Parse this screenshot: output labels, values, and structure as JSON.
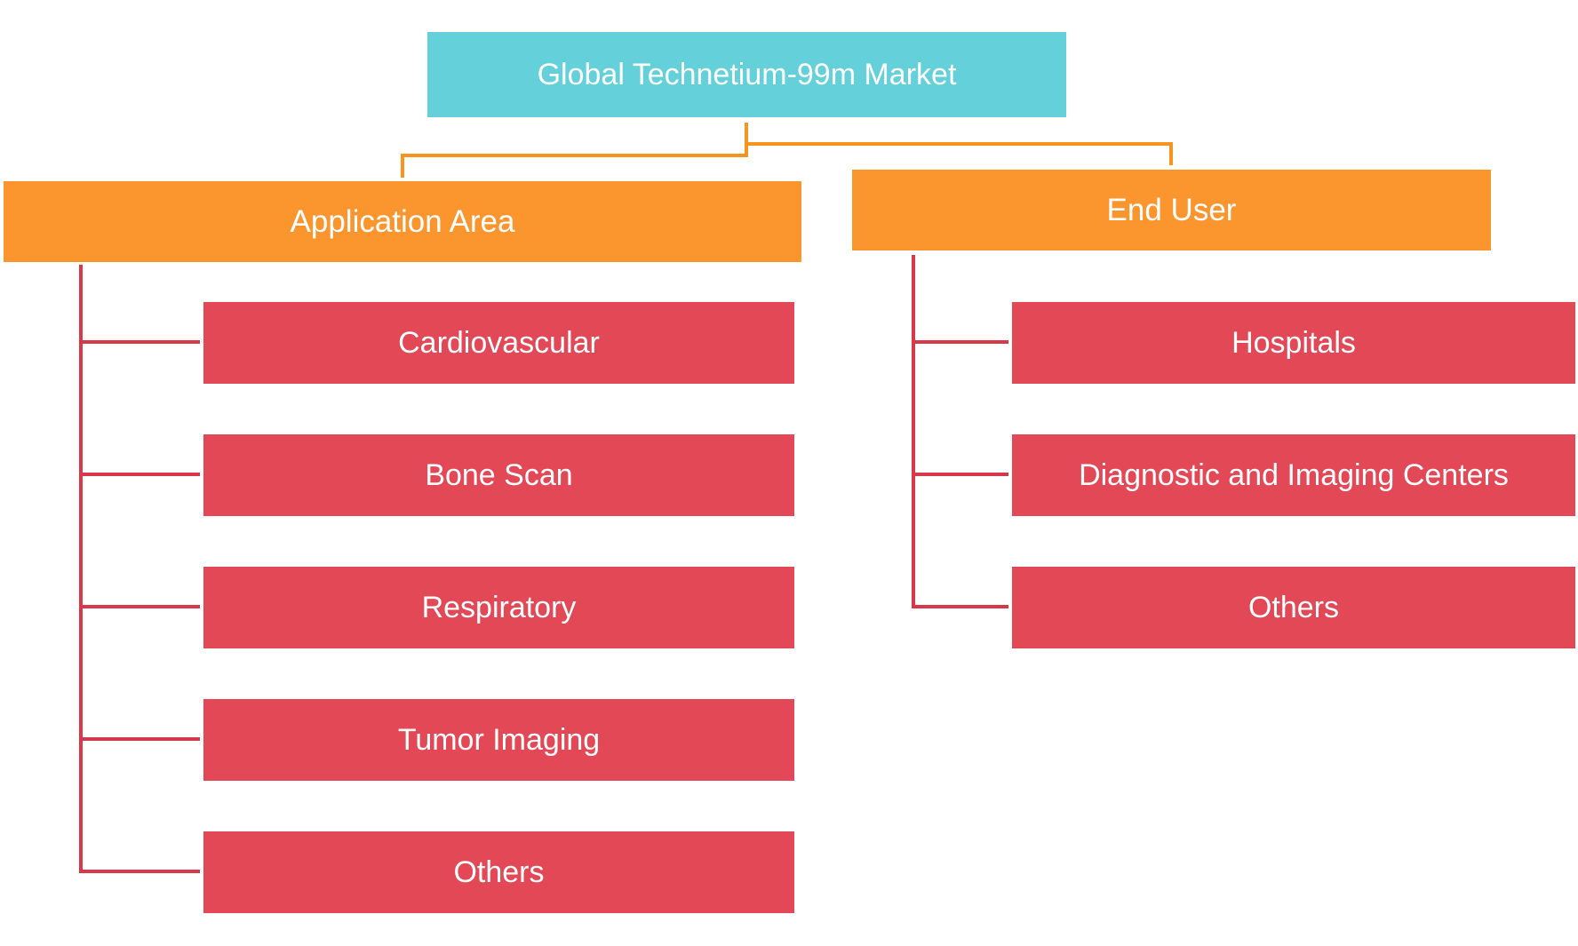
{
  "diagram": {
    "root": {
      "label": "Global Technetium-99m Market",
      "color": "#63D0DA"
    },
    "categories": [
      {
        "label": "Application Area",
        "color": "#FB952E",
        "items": [
          "Cardiovascular",
          "Bone Scan",
          "Respiratory",
          "Tumor Imaging",
          "Others"
        ]
      },
      {
        "label": "End User",
        "color": "#FB952E",
        "items": [
          "Hospitals",
          "Diagnostic and Imaging Centers",
          "Others"
        ]
      }
    ],
    "leaf_color": "#E34856",
    "root_connector_color": "#F7951F",
    "leaf_connector_color": "#D8394A"
  }
}
